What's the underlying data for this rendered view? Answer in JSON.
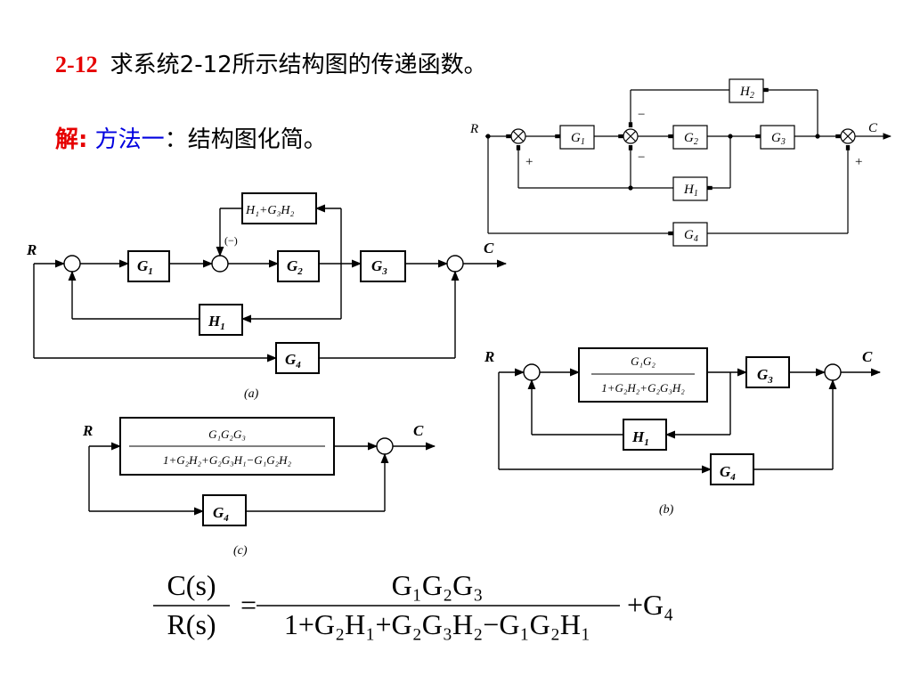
{
  "title": {
    "number": "2-12",
    "text": "求系统2-12所示结构图的传递函数。"
  },
  "solution": {
    "label": "解:",
    "method": "方法一",
    "step": "：结构图化简。"
  },
  "original": {
    "input": "R",
    "output": "C",
    "blocks": {
      "g1": "G",
      "g1_sub": "1",
      "g2": "G",
      "g2_sub": "2",
      "g3": "G",
      "g3_sub": "3",
      "h1": "H",
      "h1_sub": "1",
      "h2": "H",
      "h2_sub": "2",
      "g4": "G",
      "g4_sub": "4"
    },
    "signs": {
      "minus_top": "−",
      "minus_bottom": "−",
      "plus_left": "+",
      "plus_right": "+"
    }
  },
  "diagram_a": {
    "input": "R",
    "output": "C",
    "caption": "a",
    "feedback": "H₁+G₃H₂",
    "sign": "(−)",
    "blocks": {
      "g1": "G",
      "g1_sub": "1",
      "g2": "G",
      "g2_sub": "2",
      "g3": "G",
      "g3_sub": "3",
      "h1": "H",
      "h1_sub": "1",
      "g4": "G",
      "g4_sub": "4"
    }
  },
  "diagram_b": {
    "input": "R",
    "output": "C",
    "caption": "b",
    "numerator": "G₁G₂",
    "denominator": "1+G₂H₂+G₂G₃H₂",
    "blocks": {
      "g3": "G",
      "g3_sub": "3",
      "h1": "H",
      "h1_sub": "1",
      "g4": "G",
      "g4_sub": "4"
    }
  },
  "diagram_c": {
    "input": "R",
    "output": "C",
    "caption": "c",
    "numerator": "G₁G₂G₃",
    "denominator": "1+G₂H₂+G₂G₃H₁−G₁G₂H₂",
    "blocks": {
      "g4": "G",
      "g4_sub": "4"
    }
  },
  "result": {
    "lhs_num": "C(s)",
    "lhs_den": "R(s)",
    "equals": "=",
    "numerator": "G₁G₂G₃",
    "denominator": "1+G₂H₁+G₂G₃H₂−G₁G₂H₁",
    "tail": "+G₄"
  }
}
